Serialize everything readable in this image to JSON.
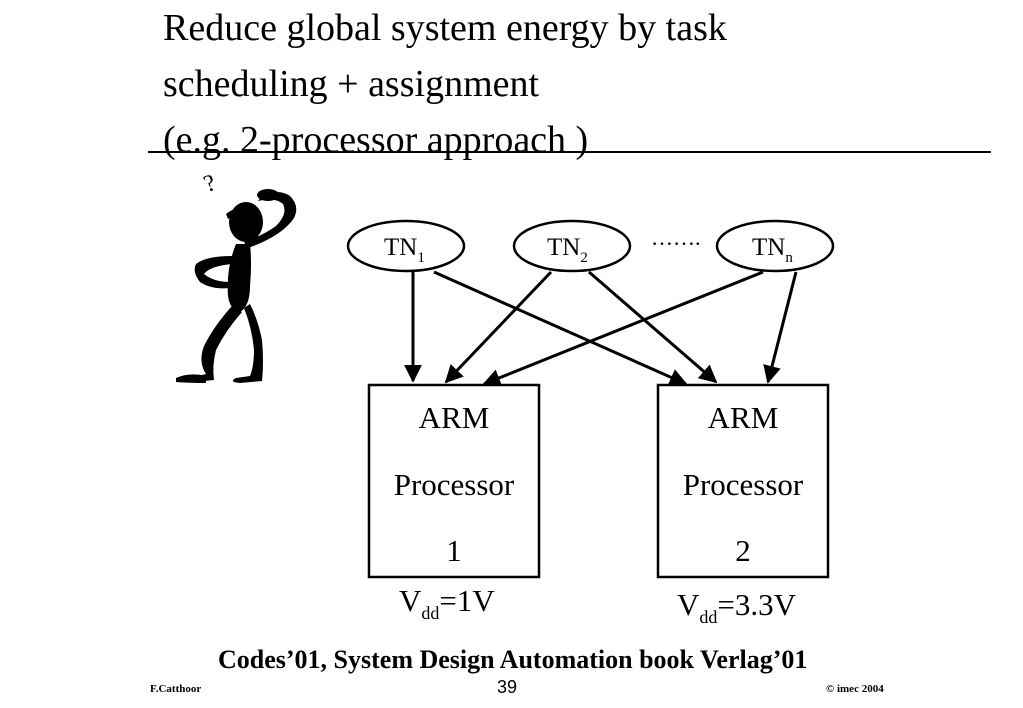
{
  "slide": {
    "title_lines": [
      "Reduce global system energy by task",
      "scheduling + assignment",
      "(e.g. 2-processor approach )"
    ],
    "citation": "Codes’01, System Design Automation book Verlag’01",
    "footer_left": "F.Catthoor",
    "page_number": "39",
    "footer_right": "© imec 2004",
    "thinking_mark": "?"
  },
  "diagram": {
    "task_nodes": [
      {
        "base": "TN",
        "sub": "1"
      },
      {
        "base": "TN",
        "sub": "2"
      },
      {
        "base": "TN",
        "sub": "n"
      }
    ],
    "ellipsis": "…….",
    "processors": [
      {
        "line1": "ARM",
        "line2": "Processor",
        "line3": "1",
        "vdd_base": "V",
        "vdd_sub": "dd",
        "vdd_value": "=1V"
      },
      {
        "line1": "ARM",
        "line2": "Processor",
        "line3": "2",
        "vdd_base": "V",
        "vdd_sub": "dd",
        "vdd_value": "=3.3V"
      }
    ],
    "edges": [
      {
        "from": "TN1",
        "to": "ARM Processor 1"
      },
      {
        "from": "TN1",
        "to": "ARM Processor 2"
      },
      {
        "from": "TN2",
        "to": "ARM Processor 1"
      },
      {
        "from": "TN2",
        "to": "ARM Processor 2"
      },
      {
        "from": "TNn",
        "to": "ARM Processor 1"
      },
      {
        "from": "TNn",
        "to": "ARM Processor 2"
      }
    ]
  },
  "icons": {
    "figure": "thinking-person-icon"
  }
}
